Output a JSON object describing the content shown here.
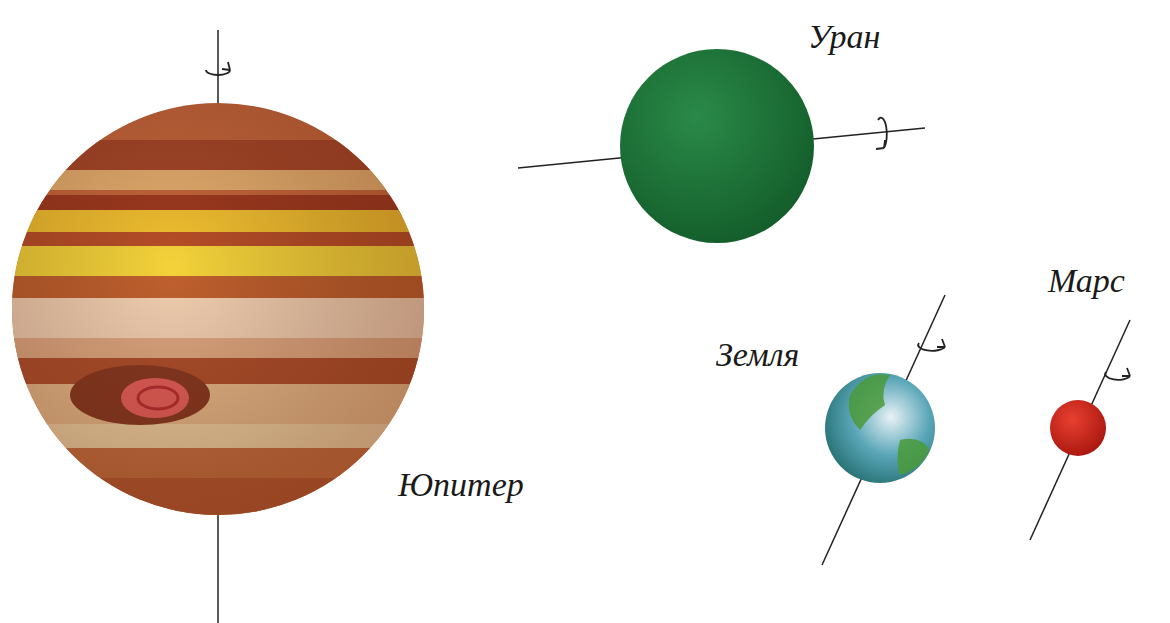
{
  "diagram": {
    "labels": [
      "Уран",
      "Марс",
      "Земля",
      "Юпитер"
    ]
  }
}
